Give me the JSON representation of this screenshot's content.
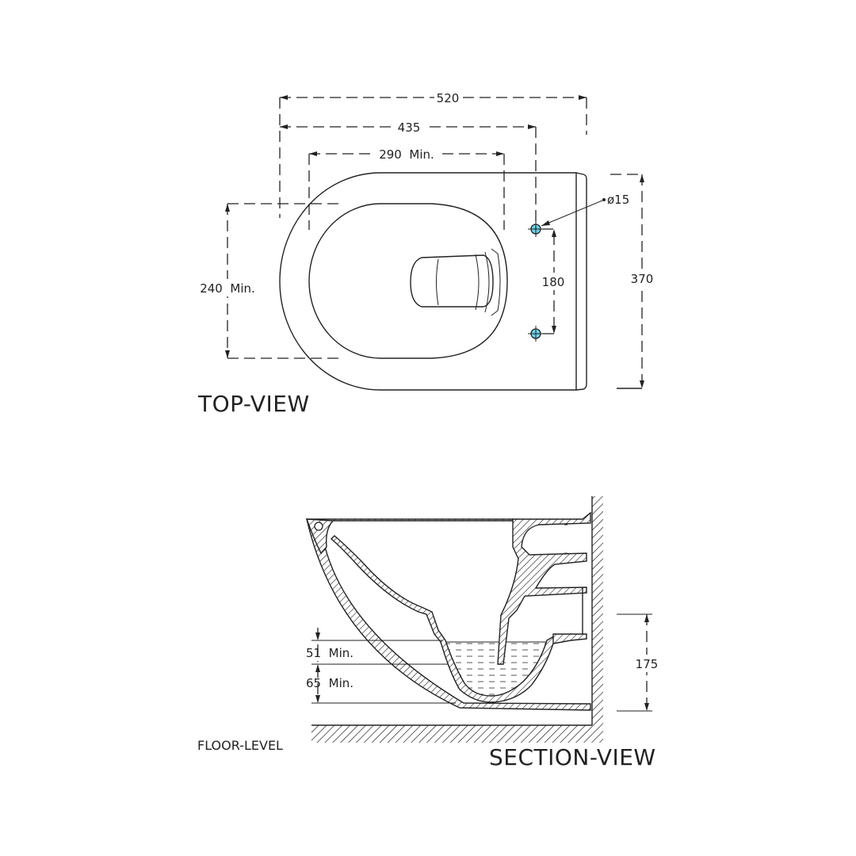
{
  "top_view": {
    "label": "TOP-VIEW",
    "dim_overall_length": "520",
    "dim_fixing_to_front": "435",
    "dim_min_opening": "290  Min.",
    "dim_min_width": "240  Min.",
    "dim_fixing_spacing": "180",
    "dim_overall_width": "370",
    "dim_hole_diameter": "ø15"
  },
  "section_view": {
    "label": "SECTION-VIEW",
    "floor_label": "FLOOR-LEVEL",
    "dim_water_depth": "51  Min.",
    "dim_seal_depth": "65  Min.",
    "dim_outlet_height": "175"
  },
  "colors": {
    "line": "#222222",
    "fixing_hole": "#6fd3e8"
  }
}
